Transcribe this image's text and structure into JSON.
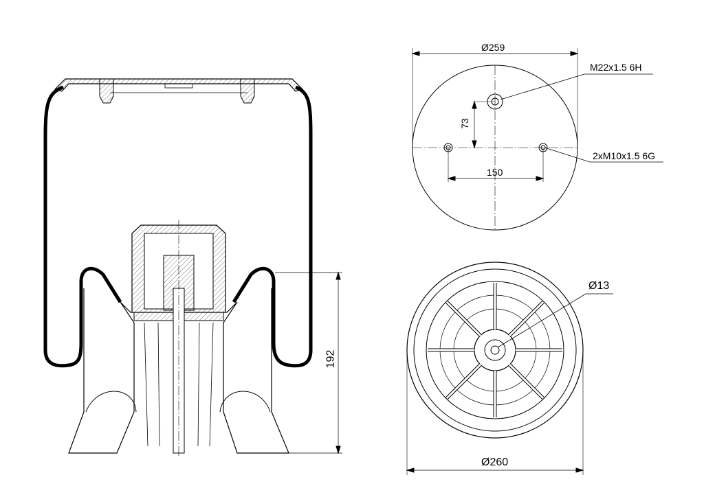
{
  "top_view": {
    "outer_diameter": "Ø259",
    "center_thread": "M22x1.5 6H",
    "offset": "73",
    "bolt_spacing": "150",
    "bolt_thread": "2xM10x1.5 6G"
  },
  "side_view": {
    "height": "192"
  },
  "bottom_view": {
    "outer_diameter": "Ø260",
    "center_hole": "Ø13"
  },
  "colors": {
    "line": "#000000",
    "hatch": "#555555"
  }
}
